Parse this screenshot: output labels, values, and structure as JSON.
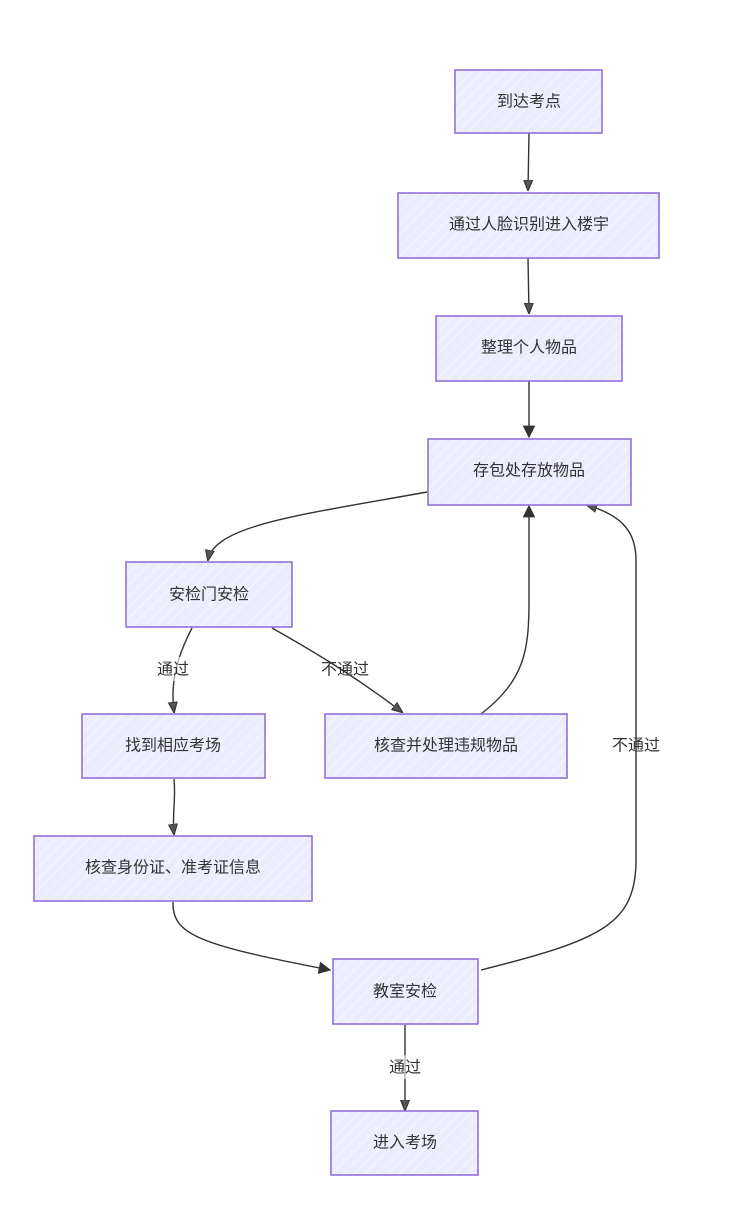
{
  "diagram": {
    "type": "flowchart",
    "style": "hand-drawn",
    "colors": {
      "node_fill": "#ececff",
      "node_hatch": "#ffffff",
      "node_stroke": "#9370db",
      "edge": "#333333",
      "text": "#333333",
      "background": "#ffffff"
    },
    "nodes": [
      {
        "id": "A",
        "label": "到达考点"
      },
      {
        "id": "B",
        "label": "通过人脸识别进入楼宇"
      },
      {
        "id": "C",
        "label": "整理个人物品"
      },
      {
        "id": "D",
        "label": "存包处存放物品"
      },
      {
        "id": "E",
        "label": "安检门安检"
      },
      {
        "id": "F",
        "label": "找到相应考场"
      },
      {
        "id": "G",
        "label": "核查并处理违规物品"
      },
      {
        "id": "H",
        "label": "核查身份证、准考证信息"
      },
      {
        "id": "I",
        "label": "教室安检"
      },
      {
        "id": "J",
        "label": "进入考场"
      }
    ],
    "edges": [
      {
        "from": "A",
        "to": "B",
        "label": ""
      },
      {
        "from": "B",
        "to": "C",
        "label": ""
      },
      {
        "from": "C",
        "to": "D",
        "label": ""
      },
      {
        "from": "D",
        "to": "E",
        "label": ""
      },
      {
        "from": "E",
        "to": "F",
        "label": "通过"
      },
      {
        "from": "E",
        "to": "G",
        "label": "不通过"
      },
      {
        "from": "G",
        "to": "D",
        "label": ""
      },
      {
        "from": "F",
        "to": "H",
        "label": ""
      },
      {
        "from": "H",
        "to": "I",
        "label": ""
      },
      {
        "from": "I",
        "to": "D",
        "label": "不通过"
      },
      {
        "from": "I",
        "to": "J",
        "label": "通过"
      }
    ]
  }
}
